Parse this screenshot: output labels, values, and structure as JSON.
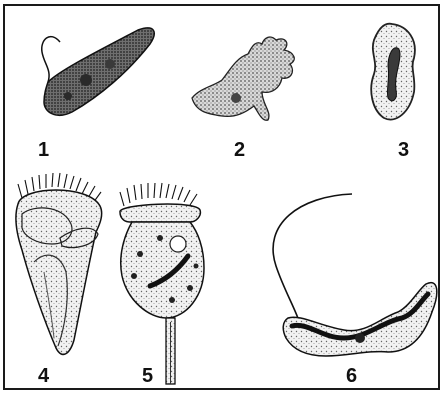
{
  "figure": {
    "organisms": [
      {
        "label": "1",
        "icon": "euglena-icon"
      },
      {
        "label": "2",
        "icon": "amoeba-icon"
      },
      {
        "label": "3",
        "icon": "paramecium-cyst-icon"
      },
      {
        "label": "4",
        "icon": "stentor-icon"
      },
      {
        "label": "5",
        "icon": "vorticella-icon"
      },
      {
        "label": "6",
        "icon": "trypanosome-icon"
      }
    ]
  }
}
